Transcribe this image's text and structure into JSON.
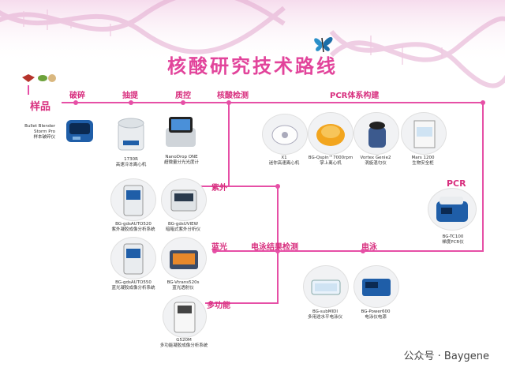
{
  "colors": {
    "title": "#e2449b",
    "line": "#e64fa6",
    "stage_label": "#d8307f",
    "caption": "#333333"
  },
  "title": "核酸研究技术路线",
  "stages": {
    "sample": "样品",
    "crush": "破碎",
    "extract": "抽提",
    "qc": "质控",
    "nucleic_detect": "核酸检测",
    "pcr_build": "PCR体系构建",
    "pcr": "PCR",
    "uv": "紫外",
    "blue": "蓝光",
    "multi": "多功能",
    "electro_detect": "电泳结果检测",
    "electro": "电泳"
  },
  "devices": [
    {
      "key": "bullet",
      "icon": "bullet-blender-icon",
      "lines": [
        "Bullet Blender",
        "Storm Pro",
        "样本破碎仪"
      ]
    },
    {
      "key": "1730r",
      "icon": "centrifuge-icon",
      "lines": [
        "1730R",
        "高速冷冻离心机"
      ]
    },
    {
      "key": "nanodrop",
      "icon": "spectrophotometer-icon",
      "lines": [
        "NanoDrop ONE",
        "超微量分光光度计"
      ]
    },
    {
      "key": "x1",
      "icon": "mini-centrifuge-icon",
      "lines": [
        "X1",
        "迷你高速离心机"
      ]
    },
    {
      "key": "qspin",
      "icon": "palm-centrifuge-icon",
      "lines": [
        "BG-Qspin™7000rpm",
        "掌上离心机"
      ]
    },
    {
      "key": "vortex",
      "icon": "vortex-mixer-icon",
      "lines": [
        "Vortex Genie2",
        "涡旋混匀仪"
      ]
    },
    {
      "key": "mars",
      "icon": "biosafety-cabinet-icon",
      "lines": [
        "Mars 1200",
        "生物安全柜"
      ]
    },
    {
      "key": "tc100",
      "icon": "pcr-instrument-icon",
      "lines": [
        "BG-TC100",
        "梯度PCR仪"
      ]
    },
    {
      "key": "auto520",
      "icon": "gel-imaging-icon",
      "lines": [
        "BG-gdsAUTO520",
        "紫外凝胶成像分析系统"
      ]
    },
    {
      "key": "uview",
      "icon": "uv-analyzer-icon",
      "lines": [
        "BG-gdsUVIEW",
        "暗箱式紫外分析仪"
      ]
    },
    {
      "key": "auto550",
      "icon": "gel-imaging-icon",
      "lines": [
        "BG-gdsAUTO550",
        "蓝光凝胶成像分析系统"
      ]
    },
    {
      "key": "vtrans",
      "icon": "transilluminator-icon",
      "lines": [
        "BG-Vtrans520s",
        "蓝光透射仪"
      ]
    },
    {
      "key": "g520m",
      "icon": "multi-imaging-icon",
      "lines": [
        "G520M",
        "多功能凝胶成像分析系统"
      ]
    },
    {
      "key": "submidi",
      "icon": "electrophoresis-tank-icon",
      "lines": [
        "BG-subMIDI",
        "多用途水平电泳仪"
      ]
    },
    {
      "key": "power600",
      "icon": "power-supply-icon",
      "lines": [
        "BG-Power600",
        "电泳仪电源"
      ]
    }
  ],
  "watermark": "公众号 · Baygene"
}
